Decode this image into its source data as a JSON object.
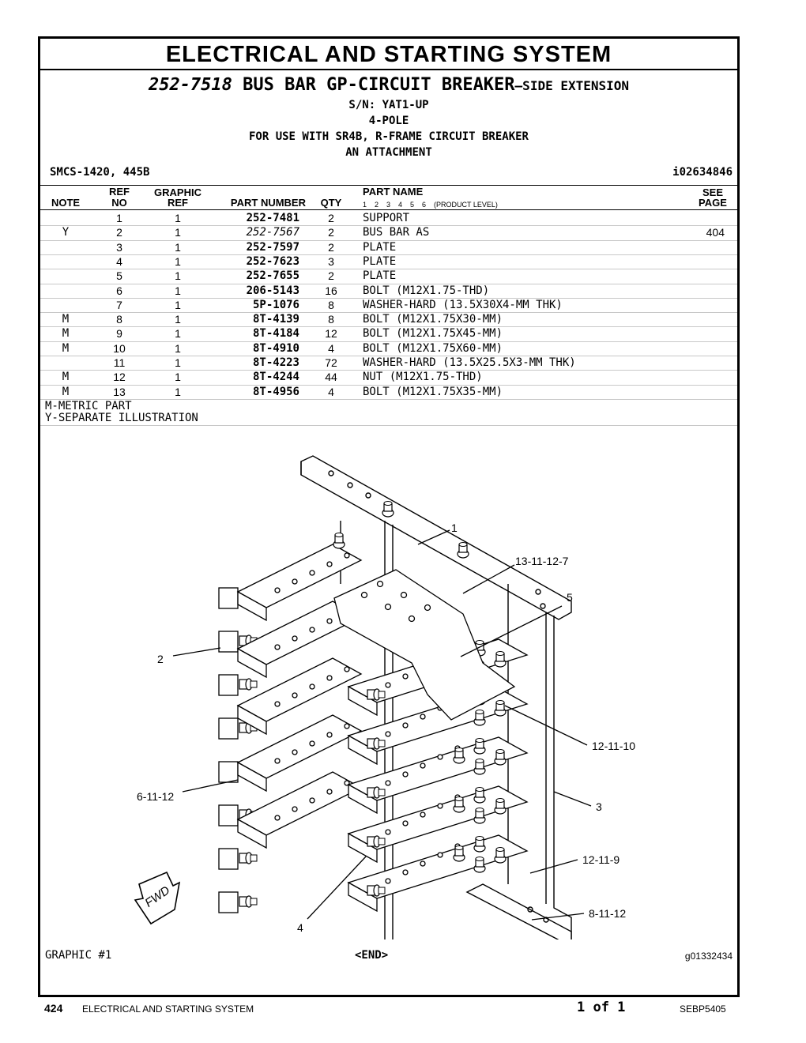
{
  "header": {
    "main_title": "ELECTRICAL AND STARTING SYSTEM",
    "group_part_number": "252-7518",
    "group_name": "BUS BAR GP-CIRCUIT BREAKER",
    "group_suffix": "—SIDE EXTENSION",
    "serial": "S/N: YAT1-UP",
    "poles": "4-POLE",
    "use_with": "FOR USE WITH SR4B, R-FRAME CIRCUIT BREAKER",
    "attachment": "AN ATTACHMENT",
    "smcs": "SMCS-1420, 445B",
    "illustration_id": "i02634846"
  },
  "columns": {
    "note": "NOTE",
    "ref_top": "REF",
    "ref_bottom": "NO",
    "graphic_top": "GRAPHIC",
    "graphic_bottom": "REF",
    "part_number": "PART NUMBER",
    "qty": "QTY",
    "part_name": "PART NAME",
    "product_levels": "1    2    3    4    5    6    (PRODUCT LEVEL)",
    "see_top": "SEE",
    "see_bottom": "PAGE"
  },
  "parts": [
    {
      "note": "",
      "ref": "1",
      "graphic": "1",
      "part_number": "252-7481",
      "qty": "2",
      "name": "SUPPORT",
      "see": ""
    },
    {
      "note": "Y",
      "ref": "2",
      "graphic": "1",
      "part_number": "252-7567",
      "qty": "2",
      "name": "BUS BAR AS",
      "see": "404"
    },
    {
      "note": "",
      "ref": "3",
      "graphic": "1",
      "part_number": "252-7597",
      "qty": "2",
      "name": "PLATE",
      "see": ""
    },
    {
      "note": "",
      "ref": "4",
      "graphic": "1",
      "part_number": "252-7623",
      "qty": "3",
      "name": "PLATE",
      "see": ""
    },
    {
      "note": "",
      "ref": "5",
      "graphic": "1",
      "part_number": "252-7655",
      "qty": "2",
      "name": "PLATE",
      "see": ""
    },
    {
      "note": "",
      "ref": "6",
      "graphic": "1",
      "part_number": "206-5143",
      "qty": "16",
      "name": "BOLT (M12X1.75-THD)",
      "see": ""
    },
    {
      "note": "",
      "ref": "7",
      "graphic": "1",
      "part_number": "5P-1076",
      "qty": "8",
      "name": "WASHER-HARD (13.5X30X4-MM THK)",
      "see": ""
    },
    {
      "note": "M",
      "ref": "8",
      "graphic": "1",
      "part_number": "8T-4139",
      "qty": "8",
      "name": "BOLT (M12X1.75X30-MM)",
      "see": ""
    },
    {
      "note": "M",
      "ref": "9",
      "graphic": "1",
      "part_number": "8T-4184",
      "qty": "12",
      "name": "BOLT (M12X1.75X45-MM)",
      "see": ""
    },
    {
      "note": "M",
      "ref": "10",
      "graphic": "1",
      "part_number": "8T-4910",
      "qty": "4",
      "name": "BOLT (M12X1.75X60-MM)",
      "see": ""
    },
    {
      "note": "",
      "ref": "11",
      "graphic": "1",
      "part_number": "8T-4223",
      "qty": "72",
      "name": "WASHER-HARD (13.5X25.5X3-MM THK)",
      "see": ""
    },
    {
      "note": "M",
      "ref": "12",
      "graphic": "1",
      "part_number": "8T-4244",
      "qty": "44",
      "name": "NUT (M12X1.75-THD)",
      "see": ""
    },
    {
      "note": "M",
      "ref": "13",
      "graphic": "1",
      "part_number": "8T-4956",
      "qty": "4",
      "name": "BOLT (M12X1.75X35-MM)",
      "see": ""
    }
  ],
  "legend": [
    "M-METRIC PART",
    "Y-SEPARATE ILLUSTRATION"
  ],
  "callouts": {
    "c1": "1",
    "c13_11_12_7": "13-11-12-7",
    "c5": "5",
    "c2": "2",
    "c12_11_10": "12-11-10",
    "c6_11_12": "6-11-12",
    "c3": "3",
    "c12_11_9": "12-11-9",
    "c8_11_12": "8-11-12",
    "c4": "4",
    "fwd": "FWD"
  },
  "footer": {
    "graphic_label": "GRAPHIC #1",
    "end_marker": "<END>",
    "graphic_id": "g01332434"
  },
  "page": {
    "number": "424",
    "system": "ELECTRICAL AND STARTING SYSTEM",
    "of": "1 of 1",
    "doc": "SEBP5405"
  }
}
